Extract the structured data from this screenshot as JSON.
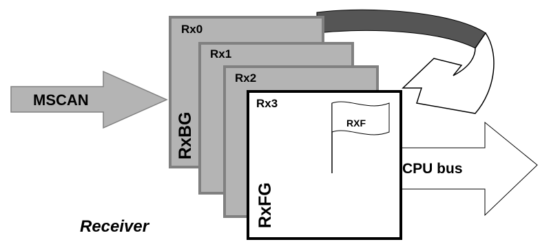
{
  "input_arrow": {
    "label": "MSCAN"
  },
  "buffers": [
    {
      "label": "Rx0"
    },
    {
      "label": "Rx1"
    },
    {
      "label": "Rx2"
    },
    {
      "label": "Rx3"
    }
  ],
  "background_group_label": "RxBG",
  "foreground_group_label": "RxFG",
  "flag_label": "RXF",
  "output_arrow": {
    "label": "CPU bus"
  },
  "caption": "Receiver",
  "colors": {
    "arrow_fill": "#b4b4b4",
    "buffer_fill": "#b4b4b4",
    "buffer_border": "#808080",
    "foreground_fill": "#ffffff",
    "rotation_dark": "#555555",
    "outline": "#000000"
  }
}
